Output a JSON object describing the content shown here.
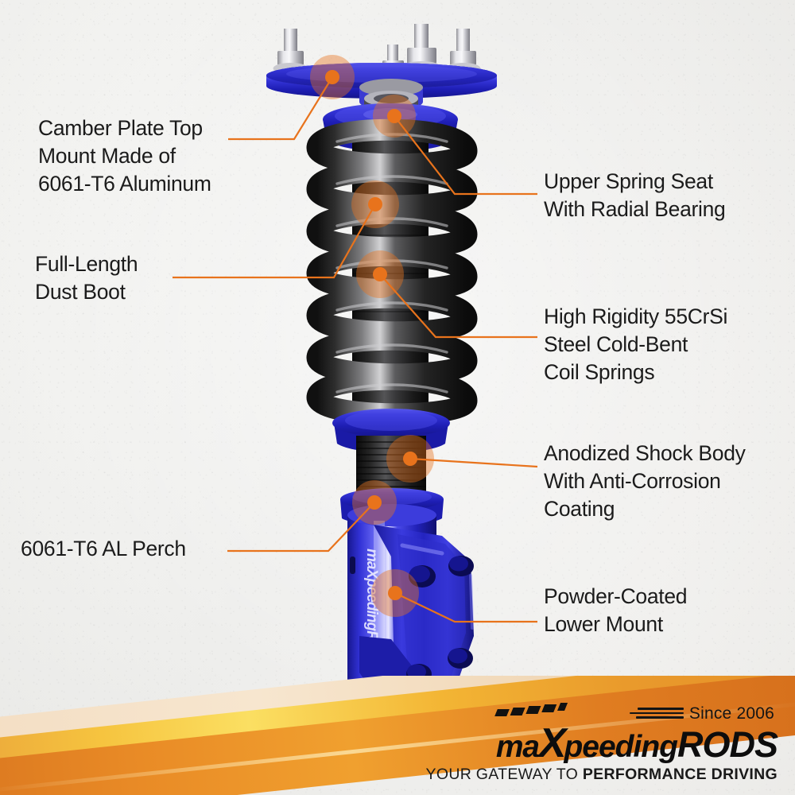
{
  "meta": {
    "subject": "Adjustable coilover suspension shock absorber strut assembly",
    "background_color": "#f2f2f0",
    "accent_color": "#e8731c",
    "text_color": "#1b1b1b",
    "product_blue": "#2222c4",
    "product_black": "#1d1d1d"
  },
  "annotations": [
    {
      "key": "camber",
      "name": "camber-plate-top-mount",
      "text": "Camber Plate Top\nMount Made of\n6061-T6 Aluminum",
      "side": "left",
      "dot": [
        418,
        97
      ]
    },
    {
      "key": "dustboot",
      "name": "full-length-dust-boot",
      "text": "Full-Length\nDust Boot",
      "side": "left",
      "dot": [
        472,
        257
      ]
    },
    {
      "key": "perch",
      "name": "al-perch",
      "text": "6061-T6 AL Perch",
      "side": "left",
      "dot": [
        471,
        632
      ]
    },
    {
      "key": "upperseat",
      "name": "upper-spring-seat",
      "text": "Upper Spring Seat\nWith Radial Bearing",
      "side": "right",
      "dot": [
        496,
        146
      ]
    },
    {
      "key": "springs",
      "name": "coil-springs",
      "text": "High Rigidity 55CrSi\nSteel Cold-Bent\nCoil Springs",
      "side": "right",
      "dot": [
        478,
        345
      ]
    },
    {
      "key": "shockbody",
      "name": "anodized-shock-body",
      "text": "Anodized Shock Body\nWith Anti-Corrosion\nCoating",
      "side": "right",
      "dot": [
        516,
        577
      ]
    },
    {
      "key": "lowermount",
      "name": "powder-coated-lower-mount",
      "text": "Powder-Coated\nLower Mount",
      "side": "right",
      "dot": [
        497,
        746
      ]
    }
  ],
  "logo": {
    "since": "Since 2006",
    "word_ma": "ma",
    "word_x": "X",
    "word_peeding": "peeding",
    "word_rods": "RODS",
    "tagline_light": "YOUR GATEWAY TO ",
    "tagline_bold": "PERFORMANCE DRIVING",
    "body_branding": "maXpeedingRODS"
  }
}
